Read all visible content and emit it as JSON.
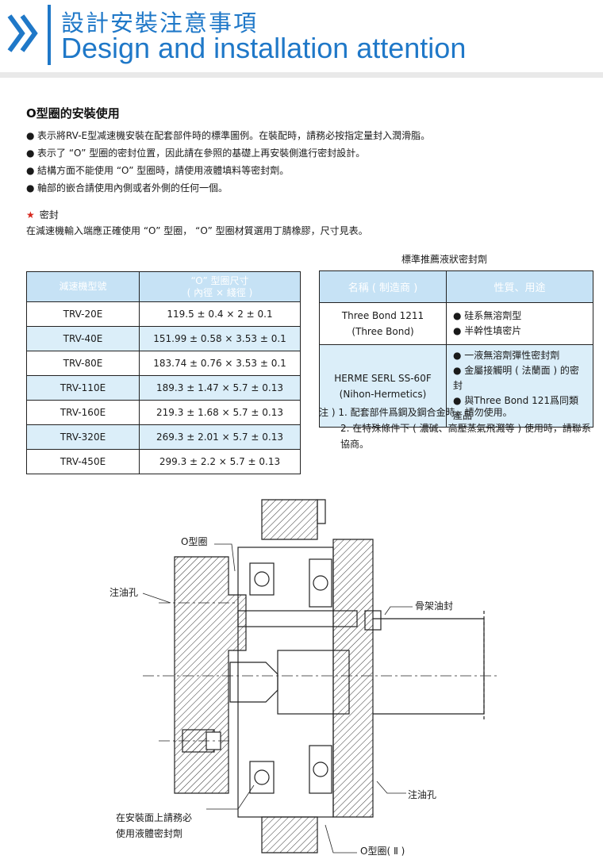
{
  "header": {
    "title_cn": "設計安裝注意事項",
    "title_en": "Design and installation attention",
    "accent_color": "#1f78c8"
  },
  "oring": {
    "heading": "O型圈的安裝使用",
    "bullets": [
      "表示將RV-E型减速機安裝在配套部件時的標準圖例。在裝配時，請務必按指定量封入潤滑脂。",
      "表示了 “O” 型圈的密封位置，因此請在參照的基礎上再安裝側進行密封設計。",
      "結構方面不能使用 “O” 型圈時，請使用液體填料等密封劑。",
      "軸部的嵌合請使用內側或者外側的任何一個。"
    ]
  },
  "seal": {
    "title": "密封",
    "text": "在減速機輸入端應正確使用 “O” 型圈， “O” 型圈材質選用丁腈橡膠，尺寸見表。"
  },
  "oring_table": {
    "header_model": "減速機型號",
    "header_size_line1": "“O” 型圈尺寸",
    "header_size_line2": "( 內徑 × 綫徑 )",
    "rows": [
      {
        "model": "TRV-20E",
        "size": "119.5 ± 0.4 × 2 ± 0.1"
      },
      {
        "model": "TRV-40E",
        "size": "151.99 ± 0.58 × 3.53 ± 0.1"
      },
      {
        "model": "TRV-80E",
        "size": "183.74 ± 0.76 × 3.53 ± 0.1"
      },
      {
        "model": "TRV-110E",
        "size": "189.3 ± 1.47 × 5.7 ± 0.13"
      },
      {
        "model": "TRV-160E",
        "size": "219.3 ± 1.68 × 5.7 ± 0.13"
      },
      {
        "model": "TRV-320E",
        "size": "269.3 ± 2.01 × 5.7 ± 0.13"
      },
      {
        "model": "TRV-450E",
        "size": "299.3 ± 2.2 × 5.7 ± 0.13"
      }
    ]
  },
  "sealant_table": {
    "caption": "標準推薦液狀密封劑",
    "header_name": "名稱 ( 制造商 )",
    "header_prop": "性質、用途",
    "rows": [
      {
        "name_line1": "Three Bond 1211",
        "name_line2": "(Three Bond)",
        "props": [
          "硅系無溶劑型",
          "半幹性填密片"
        ]
      },
      {
        "name_line1": "HERME SERL SS-60F",
        "name_line2": "(Nihon-Hermetics)",
        "props": [
          "一液無溶劑彈性密封劑",
          "金屬接觸明 ( 法蘭面 ) 的密封",
          "與Three Bond 121爲同類產品"
        ]
      }
    ]
  },
  "notes": {
    "prefix": "注 )",
    "note1": "1. 配套部件爲鋼及鋼合金時，請勿使用。",
    "note2": "2. 在特殊條件下 ( 濃碱、高壓蒸氣飛濺等 ) 使用時，請聯系協商。"
  },
  "drawing_labels": {
    "oring": "O型圈",
    "oil_hole_left": "注油孔",
    "oil_seal": "骨架油封",
    "oil_hole_right": "注油孔",
    "install_note_line1": "在安裝面上請務必",
    "install_note_line2": "使用液體密封劑",
    "oring2": "O型圈( Ⅱ )"
  }
}
